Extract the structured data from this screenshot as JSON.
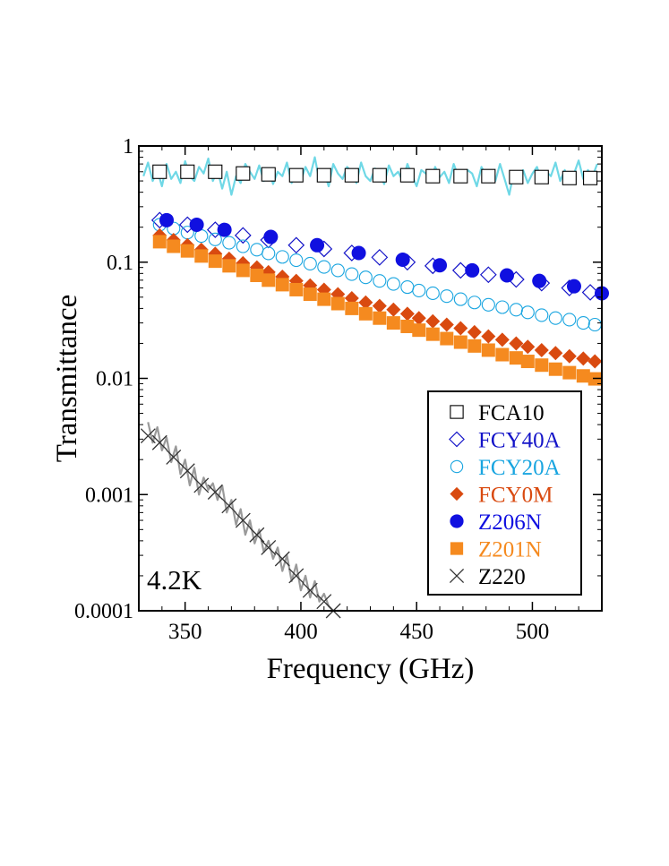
{
  "chart_data": {
    "type": "scatter",
    "title": "",
    "xlabel": "Frequency (GHz)",
    "ylabel": "Transmittance",
    "xlim": [
      330,
      530
    ],
    "ylim": [
      0.0001,
      1
    ],
    "yscale": "log",
    "grid": false,
    "legend_position": "bottom-right",
    "annotation": "4.2K",
    "x_ticks": [
      {
        "value": 350,
        "label": "350"
      },
      {
        "value": 400,
        "label": "400"
      },
      {
        "value": 450,
        "label": "450"
      },
      {
        "value": 500,
        "label": "500"
      }
    ],
    "y_ticks": [
      {
        "value": 1,
        "label": "1"
      },
      {
        "value": 0.1,
        "label": "0.1"
      },
      {
        "value": 0.01,
        "label": "0.01"
      },
      {
        "value": 0.001,
        "label": "0.001"
      },
      {
        "value": 0.0001,
        "label": "0.0001"
      }
    ],
    "series": [
      {
        "name": "FCA10",
        "marker": "open-square",
        "color": "#000000",
        "label_color": "#000000",
        "x": [
          339,
          351,
          363,
          375,
          386,
          398,
          410,
          422,
          434,
          446,
          457,
          469,
          481,
          493,
          504,
          516,
          525
        ],
        "y": [
          0.6,
          0.6,
          0.6,
          0.58,
          0.57,
          0.56,
          0.56,
          0.56,
          0.56,
          0.56,
          0.55,
          0.55,
          0.55,
          0.54,
          0.54,
          0.53,
          0.53
        ]
      },
      {
        "name": "FCY40A",
        "marker": "open-diamond",
        "color": "#1414c8",
        "label_color": "#1414c8",
        "x": [
          339,
          351,
          363,
          375,
          386,
          398,
          410,
          422,
          434,
          446,
          457,
          469,
          481,
          493,
          504,
          516,
          525
        ],
        "y": [
          0.23,
          0.21,
          0.19,
          0.17,
          0.155,
          0.14,
          0.13,
          0.12,
          0.11,
          0.1,
          0.093,
          0.085,
          0.078,
          0.071,
          0.066,
          0.06,
          0.055
        ]
      },
      {
        "name": "FCY20A",
        "marker": "open-circle",
        "color": "#19a5e0",
        "label_color": "#19a5e0",
        "x": [
          339,
          345,
          351,
          357,
          363,
          369,
          375,
          381,
          386,
          392,
          398,
          404,
          410,
          416,
          422,
          428,
          434,
          440,
          446,
          451,
          457,
          463,
          469,
          475,
          481,
          487,
          493,
          498,
          504,
          510,
          516,
          522,
          527
        ],
        "y": [
          0.21,
          0.195,
          0.18,
          0.168,
          0.157,
          0.147,
          0.137,
          0.128,
          0.119,
          0.111,
          0.104,
          0.097,
          0.091,
          0.085,
          0.079,
          0.074,
          0.069,
          0.065,
          0.061,
          0.057,
          0.054,
          0.051,
          0.048,
          0.045,
          0.043,
          0.041,
          0.039,
          0.037,
          0.035,
          0.033,
          0.032,
          0.03,
          0.029
        ]
      },
      {
        "name": "FCY0M",
        "marker": "filled-diamond",
        "color": "#d94a10",
        "label_color": "#d94a10",
        "x": [
          339,
          345,
          351,
          357,
          363,
          369,
          375,
          381,
          386,
          392,
          398,
          404,
          410,
          416,
          422,
          428,
          434,
          440,
          446,
          451,
          457,
          463,
          469,
          475,
          481,
          487,
          493,
          498,
          504,
          510,
          516,
          522,
          527
        ],
        "y": [
          0.17,
          0.155,
          0.14,
          0.128,
          0.118,
          0.107,
          0.098,
          0.09,
          0.082,
          0.075,
          0.069,
          0.063,
          0.058,
          0.053,
          0.049,
          0.045,
          0.042,
          0.039,
          0.036,
          0.033,
          0.031,
          0.029,
          0.027,
          0.025,
          0.023,
          0.0215,
          0.02,
          0.0187,
          0.0175,
          0.0165,
          0.0155,
          0.0148,
          0.014
        ]
      },
      {
        "name": "Z206N",
        "marker": "filled-circle",
        "color": "#1010e0",
        "label_color": "#1010e0",
        "x": [
          342,
          355,
          367,
          387,
          407,
          425,
          444,
          460,
          474,
          489,
          503,
          518,
          530
        ],
        "y": [
          0.23,
          0.21,
          0.19,
          0.165,
          0.14,
          0.12,
          0.105,
          0.094,
          0.085,
          0.077,
          0.069,
          0.062,
          0.054
        ]
      },
      {
        "name": "Z201N",
        "marker": "filled-square",
        "color": "#f58a1f",
        "label_color": "#f58a1f",
        "x": [
          339,
          345,
          351,
          357,
          363,
          369,
          375,
          381,
          386,
          392,
          398,
          404,
          410,
          416,
          422,
          428,
          434,
          440,
          446,
          451,
          457,
          463,
          469,
          475,
          481,
          487,
          493,
          498,
          504,
          510,
          516,
          522,
          527
        ],
        "y": [
          0.15,
          0.137,
          0.125,
          0.113,
          0.102,
          0.093,
          0.085,
          0.077,
          0.07,
          0.064,
          0.058,
          0.053,
          0.048,
          0.044,
          0.04,
          0.036,
          0.033,
          0.03,
          0.028,
          0.026,
          0.024,
          0.022,
          0.0205,
          0.019,
          0.0175,
          0.016,
          0.015,
          0.014,
          0.013,
          0.012,
          0.0112,
          0.0105,
          0.0099
        ]
      },
      {
        "name": "Z220",
        "marker": "cross",
        "color": "#333333",
        "label_color": "#000000",
        "x": [
          334,
          339,
          345,
          351,
          357,
          363,
          369,
          375,
          381,
          386,
          392,
          398,
          404,
          410,
          414
        ],
        "y": [
          0.0032,
          0.0028,
          0.0021,
          0.0016,
          0.0012,
          0.00105,
          0.0008,
          0.0006,
          0.00045,
          0.00035,
          0.00028,
          0.0002,
          0.00015,
          0.00012,
          0.0001
        ]
      }
    ],
    "trace_lines": [
      {
        "for_series": "FCA10",
        "color": "#6fd8e6",
        "x": [
          332,
          334,
          336,
          338,
          340,
          342,
          344,
          346,
          348,
          350,
          352,
          354,
          356,
          358,
          360,
          362,
          364,
          366,
          368,
          370,
          372,
          374,
          376,
          378,
          380,
          382,
          384,
          386,
          388,
          390,
          392,
          394,
          396,
          398,
          400,
          402,
          404,
          406,
          408,
          410,
          412,
          414,
          416,
          418,
          420,
          422,
          424,
          426,
          428,
          430,
          432,
          434,
          436,
          438,
          440,
          442,
          444,
          446,
          448,
          450,
          452,
          454,
          456,
          458,
          460,
          462,
          464,
          466,
          468,
          470,
          472,
          474,
          476,
          478,
          480,
          482,
          484,
          486,
          488,
          490,
          492,
          494,
          496,
          498,
          500,
          502,
          504,
          506,
          508,
          510,
          512,
          514,
          516,
          518,
          520,
          522,
          524,
          526,
          528
        ],
        "y": [
          0.55,
          0.72,
          0.5,
          0.62,
          0.45,
          0.7,
          0.52,
          0.6,
          0.48,
          0.74,
          0.55,
          0.5,
          0.66,
          0.58,
          0.78,
          0.5,
          0.62,
          0.43,
          0.6,
          0.38,
          0.55,
          0.48,
          0.7,
          0.6,
          0.52,
          0.68,
          0.5,
          0.64,
          0.47,
          0.6,
          0.55,
          0.72,
          0.48,
          0.58,
          0.5,
          0.66,
          0.55,
          0.8,
          0.5,
          0.6,
          0.45,
          0.7,
          0.58,
          0.52,
          0.66,
          0.6,
          0.48,
          0.72,
          0.55,
          0.5,
          0.64,
          0.58,
          0.47,
          0.68,
          0.55,
          0.6,
          0.5,
          0.7,
          0.56,
          0.45,
          0.62,
          0.58,
          0.5,
          0.66,
          0.54,
          0.6,
          0.48,
          0.7,
          0.55,
          0.5,
          0.62,
          0.58,
          0.45,
          0.66,
          0.55,
          0.6,
          0.5,
          0.7,
          0.52,
          0.38,
          0.6,
          0.5,
          0.62,
          0.48,
          0.58,
          0.66,
          0.5,
          0.6,
          0.55,
          0.72,
          0.5,
          0.62,
          0.48,
          0.58,
          0.75,
          0.52,
          0.62,
          0.55,
          0.7
        ]
      },
      {
        "for_series": "Z220",
        "color": "#9a9a9a",
        "x": [
          334,
          336,
          338,
          340,
          342,
          344,
          346,
          348,
          350,
          352,
          354,
          356,
          358,
          360,
          362,
          364,
          366,
          368,
          370,
          372,
          374,
          376,
          378,
          380,
          382,
          384,
          386,
          388,
          390,
          392,
          394,
          396,
          398,
          400,
          402,
          404,
          406,
          408,
          410,
          412,
          414,
          416,
          418
        ],
        "y": [
          0.0042,
          0.0028,
          0.0038,
          0.0024,
          0.0031,
          0.0019,
          0.0026,
          0.0015,
          0.002,
          0.0012,
          0.0017,
          0.001,
          0.0014,
          0.0011,
          0.00125,
          0.0009,
          0.0012,
          0.0007,
          0.0009,
          0.00055,
          0.00075,
          0.00045,
          0.0006,
          0.00038,
          0.0005,
          0.00032,
          0.0004,
          0.00028,
          0.00035,
          0.00022,
          0.0003,
          0.00018,
          0.00025,
          0.00015,
          0.0002,
          0.00013,
          0.00018,
          0.00012,
          0.00014,
          0.00011,
          0.0001,
          0.0001,
          0.0001
        ]
      }
    ]
  }
}
